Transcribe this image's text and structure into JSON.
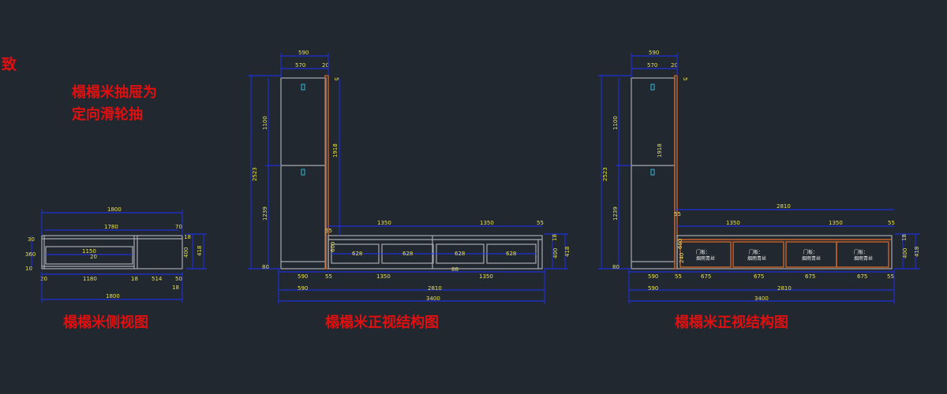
{
  "notes": {
    "corner_char": "致",
    "drawer_note_line1": "榻榻米抽屉为",
    "drawer_note_line2": "定向滑轮抽"
  },
  "titles": {
    "side_view": "榻榻米侧视图",
    "front_view_1": "榻榻米正视结构图",
    "front_view_2": "榻榻米正视结构图"
  },
  "side_view": {
    "top_total": "1800",
    "inner_total": "1780",
    "top_right": "70",
    "inner_label": "1150",
    "inner_sub": "20",
    "left_30": "30",
    "left_360": "360",
    "left_10": "10",
    "right_18": "18",
    "right_400": "400",
    "right_418": "418",
    "bottom": [
      "20",
      "1180",
      "18",
      "514",
      "50"
    ],
    "bottom_18": "18",
    "bottom_total": "1800"
  },
  "front_view_1": {
    "top_590": "590",
    "top_570": "570",
    "top_20": "20",
    "right_5": "5",
    "left_1100": "1100",
    "left_2523": "2523",
    "left_1239": "1239",
    "left_80": "80",
    "inner_1918": "1918",
    "span_1350_a": "1350",
    "span_1350_b": "1350",
    "end_55": "55",
    "mid_55": "55",
    "h_600": "600",
    "drawers": [
      "628",
      "628",
      "628",
      "628"
    ],
    "right_18": "18",
    "right_400": "400",
    "right_418": "418",
    "bottom_590": "590",
    "bottom_55": "55",
    "bottom_1350_a": "1350",
    "bottom_1350_b": "1350",
    "small_label": "88",
    "total_590": "590",
    "total_2810": "2810",
    "total_3400": "3400"
  },
  "front_view_2": {
    "top_590": "590",
    "top_570": "570",
    "top_20": "20",
    "right_5": "5",
    "left_1100": "1100",
    "left_2523": "2523",
    "left_1239": "1239",
    "left_80": "80",
    "inner_1918": "1918",
    "span_2810": "2810",
    "mid_55": "55",
    "span_1350_a": "1350",
    "span_1350_b": "1350",
    "end_55": "55",
    "h_600": "600",
    "h_240": "240",
    "doors": [
      {
        "line1": "门板：",
        "line2": "烟雨青丝"
      },
      {
        "line1": "门板：",
        "line2": "烟雨青丝"
      },
      {
        "line1": "门板：",
        "line2": "烟雨青丝"
      },
      {
        "line1": "门板：",
        "line2": "烟雨青丝"
      }
    ],
    "right_18": "18",
    "right_400": "400",
    "right_418": "418",
    "bottom_590": "590",
    "bottom_55": "55",
    "bottom_675": [
      "675",
      "675",
      "675",
      "675"
    ],
    "bottom_55_end": "55",
    "total_590": "590",
    "total_2810": "2810",
    "total_3400": "3400"
  }
}
